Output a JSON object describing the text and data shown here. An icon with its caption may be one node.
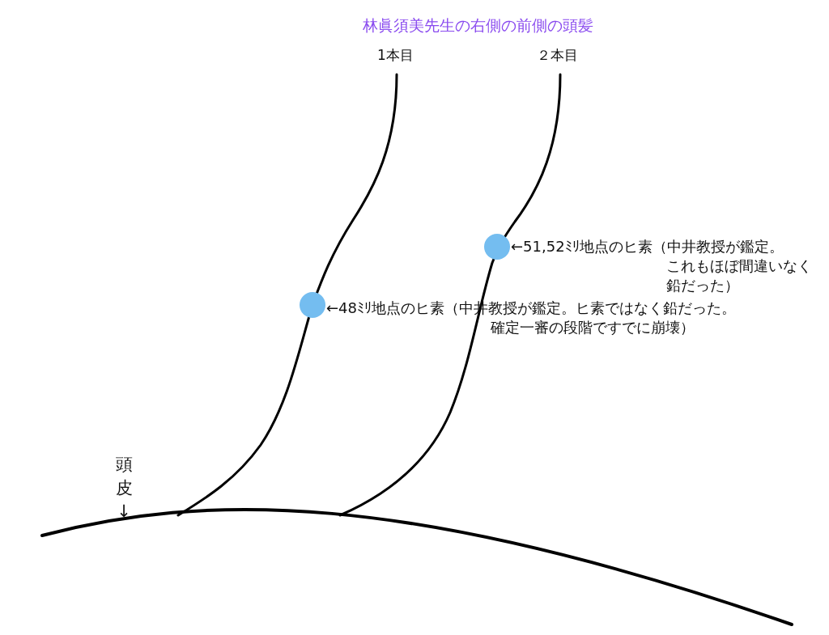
{
  "diagram": {
    "title": "林眞須美先生の右側の前側の頭髪",
    "nodes": [
      {
        "text": [],
        "shape": "circle",
        "beside": [
          "←51,52ﾐﾘ地点のヒ素（中井教授が鑑定。これもほぼ間違いなく鉛だった）"
        ]
      },
      {
        "text": [],
        "shape": "circle",
        "beside": [
          "←48ﾐﾘ地点のヒ素（中井教授が鑑定。ヒ素ではなく鉛だった。確定一審の段階ですでに崩壊）"
        ]
      }
    ],
    "labels": [
      "1本目",
      "２本目",
      "頭皮↓"
    ]
  }
}
